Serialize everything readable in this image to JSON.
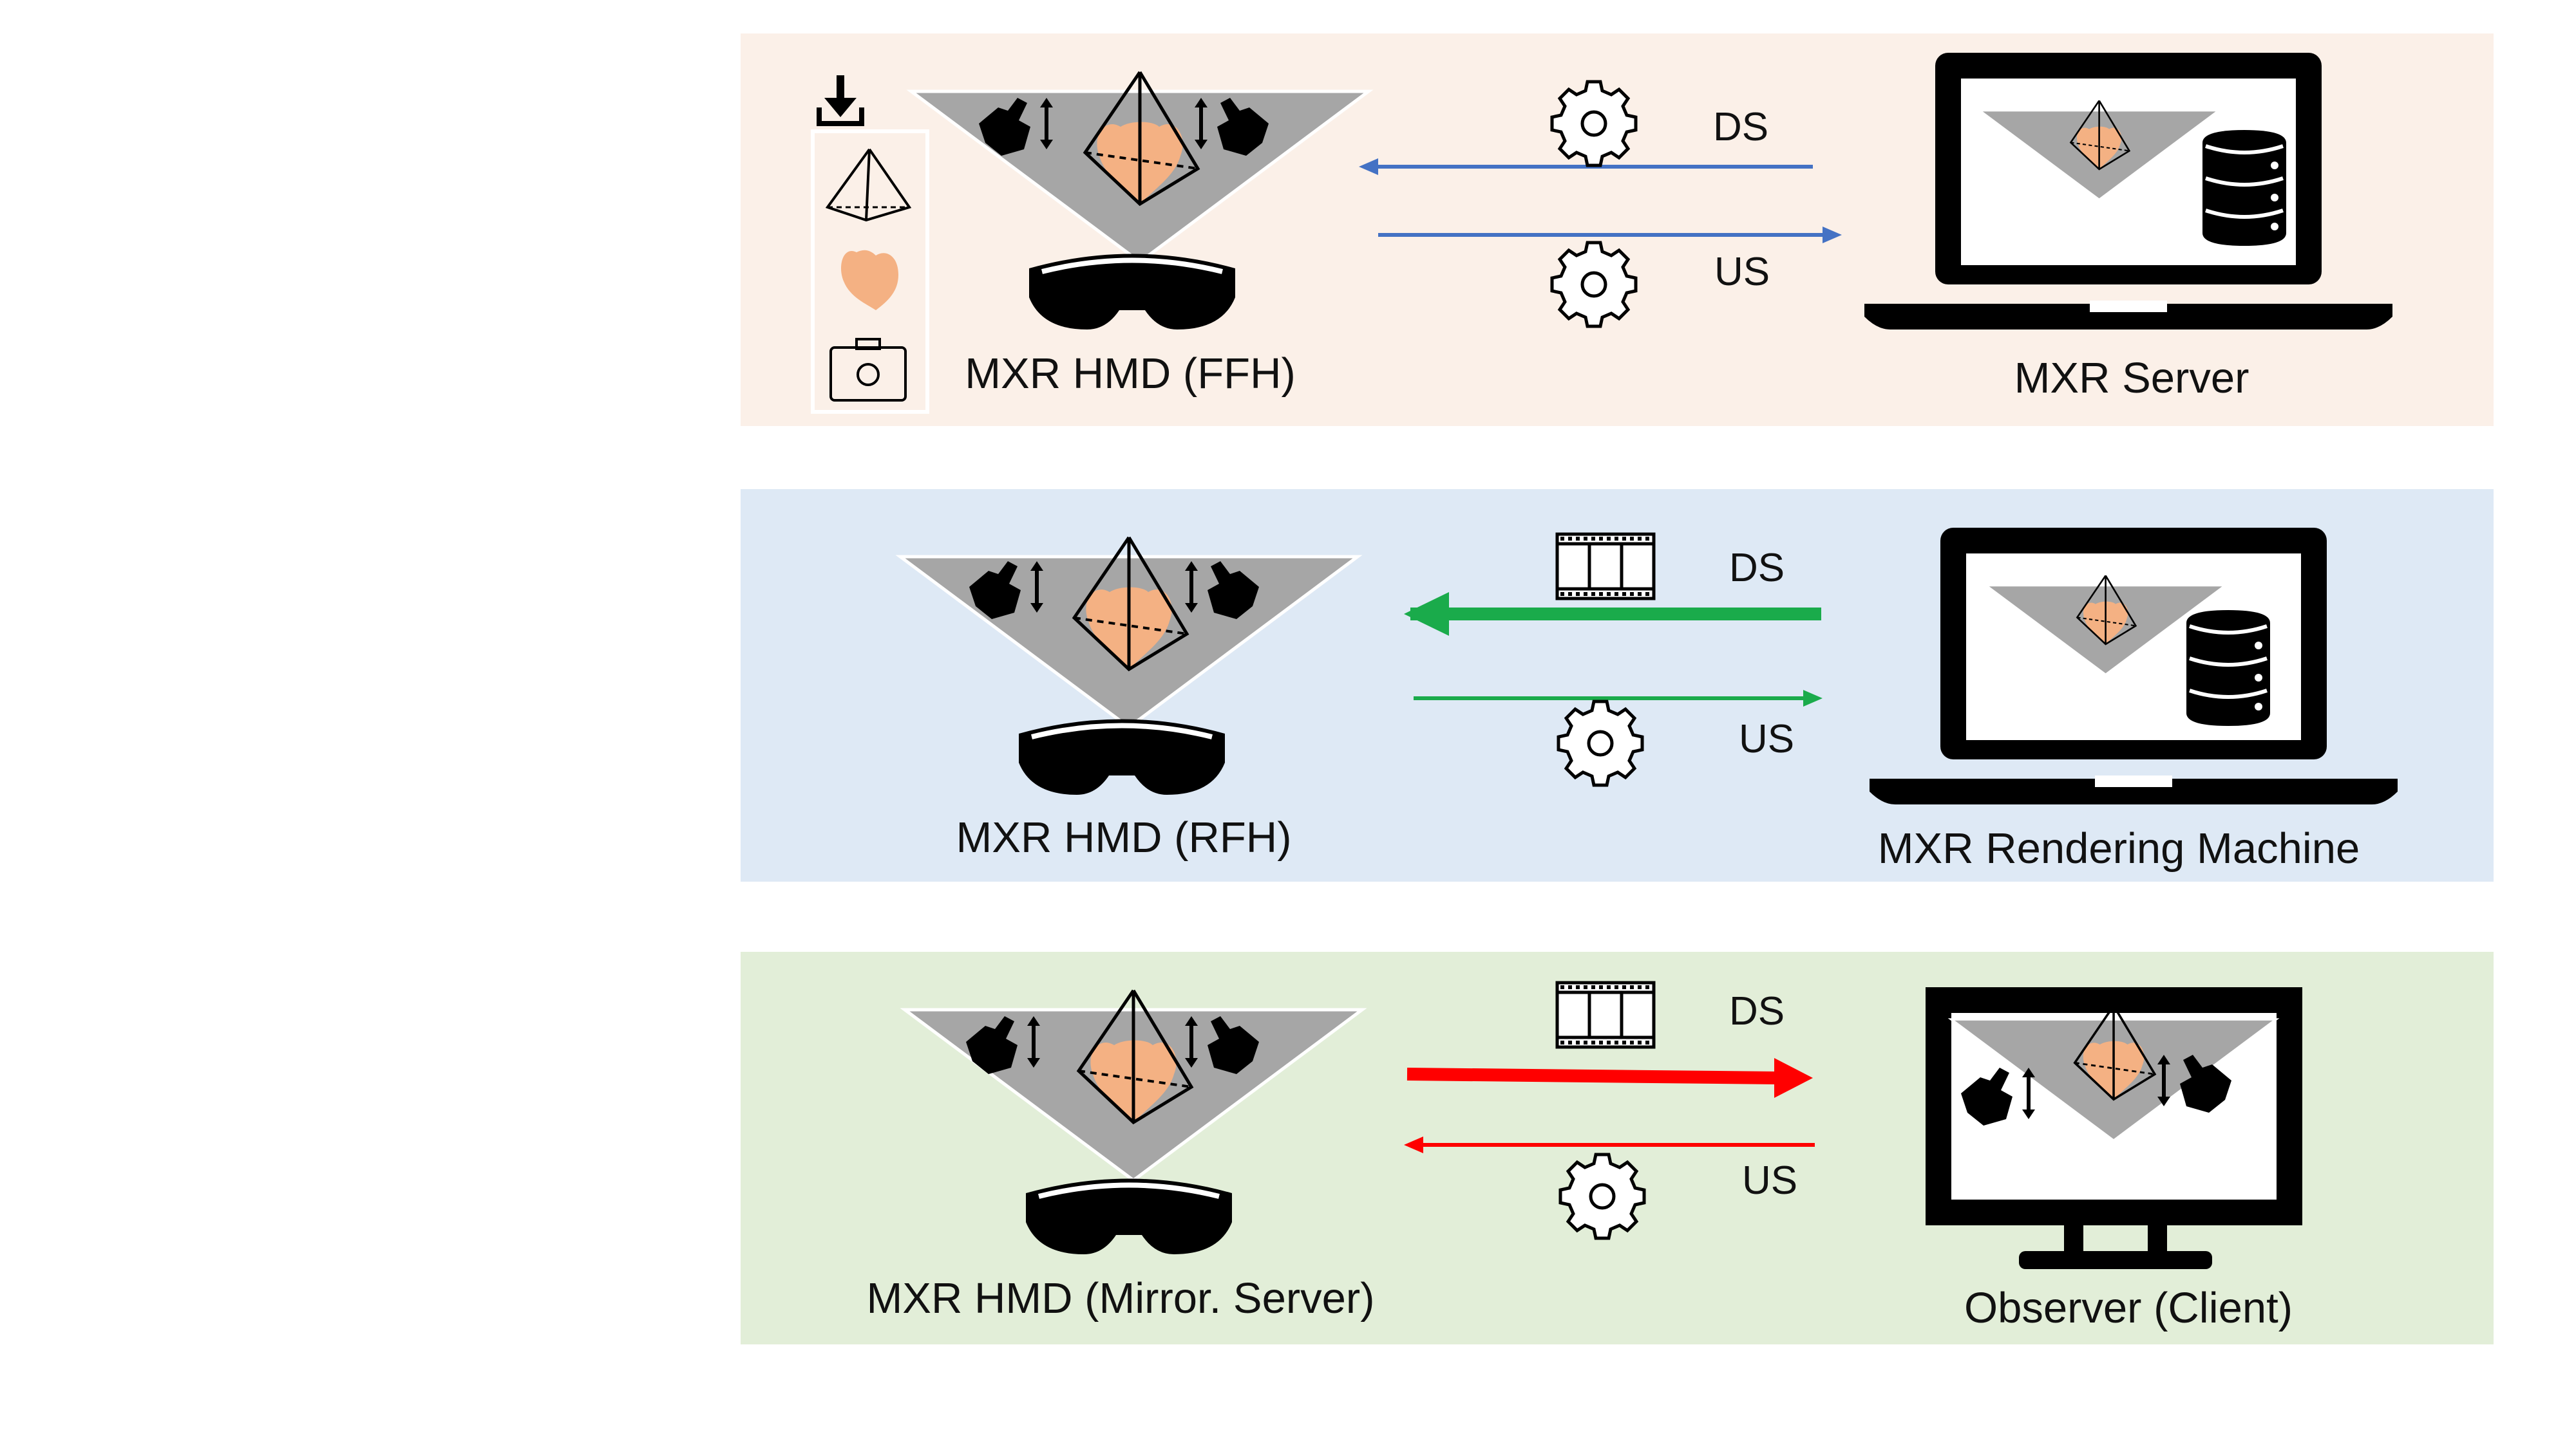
{
  "panels": [
    {
      "hmd_label": "MXR HMD (FFH)",
      "machine_label": "MXR Server",
      "ds_label": "DS",
      "us_label": "US",
      "ds_icon": "gear-icon",
      "us_icon": "gear-icon",
      "arrow_color": "#4472c4",
      "sidebar_icons": [
        "download-icon",
        "pyramid-icon",
        "heart-icon",
        "medical-kit-icon"
      ]
    },
    {
      "hmd_label": "MXR HMD (RFH)",
      "machine_label": "MXR Rendering Machine",
      "ds_label": "DS",
      "us_label": "US",
      "ds_icon": "film-strip-icon",
      "us_icon": "gear-icon",
      "arrow_color": "#1aab4b"
    },
    {
      "hmd_label": "MXR HMD (Mirror. Server)",
      "machine_label": "Observer (Client)",
      "ds_label": "DS",
      "us_label": "US",
      "ds_icon": "film-strip-icon",
      "us_icon": "gear-icon",
      "arrow_color": "#ff0000"
    }
  ],
  "colors": {
    "panel1_bg": "#fbf0e8",
    "panel2_bg": "#dee9f5",
    "panel3_bg": "#e2eed8",
    "hologram": "#a6a6a6",
    "heart": "#f4b183"
  }
}
